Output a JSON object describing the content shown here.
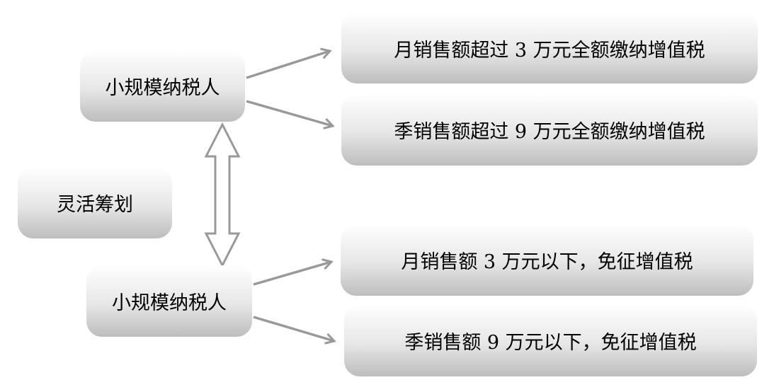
{
  "diagram": {
    "left_label": "灵活筹划",
    "top_source": "小规模纳税人",
    "bottom_source": "小规模纳税人",
    "top_targets": [
      "月销售额超过 3 万元全额缴纳增值税",
      "季销售额超过 9 万元全额缴纳增值税"
    ],
    "bottom_targets": [
      "月销售额 3 万元以下，免征增值税",
      "季销售额 9 万元以下，免征增值税"
    ]
  },
  "colors": {
    "arrow": "#999999",
    "box_top": "#ffffff",
    "box_bottom": "#bdbdbd"
  }
}
